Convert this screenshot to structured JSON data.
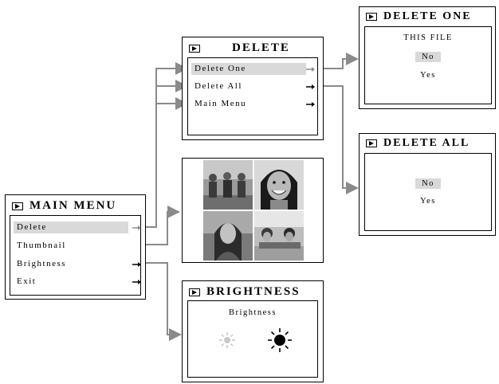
{
  "main_menu": {
    "title": "MAIN MENU",
    "items": [
      {
        "label": "Delete",
        "highlighted": true
      },
      {
        "label": "Thumbnail",
        "highlighted": false
      },
      {
        "label": "Brightness",
        "highlighted": false
      },
      {
        "label": "Exit",
        "highlighted": false
      }
    ]
  },
  "delete_menu": {
    "title": "DELETE",
    "items": [
      {
        "label": "Delete One",
        "highlighted": true
      },
      {
        "label": "Delete All",
        "highlighted": false
      },
      {
        "label": "Main Menu",
        "highlighted": false
      }
    ]
  },
  "delete_one": {
    "title": "DELETE ONE",
    "prompt": "THIS FILE",
    "options": [
      {
        "label": "No",
        "selected": true
      },
      {
        "label": "Yes",
        "selected": false
      }
    ]
  },
  "delete_all": {
    "title": "DELETE ALL",
    "options": [
      {
        "label": "No",
        "selected": true
      },
      {
        "label": "Yes",
        "selected": false
      }
    ]
  },
  "brightness": {
    "title": "BRIGHTNESS",
    "label": "Brightness",
    "icons": [
      "sun-dim-icon",
      "sun-bright-icon"
    ]
  },
  "thumbnail": {
    "photos": [
      "photo-three-people-icon",
      "photo-smiling-girl-icon",
      "photo-woman-outdoors-icon",
      "photo-kids-lying-icon"
    ]
  },
  "colors": {
    "connector": "#8a8a8a",
    "highlight": "#d9d9d9"
  }
}
